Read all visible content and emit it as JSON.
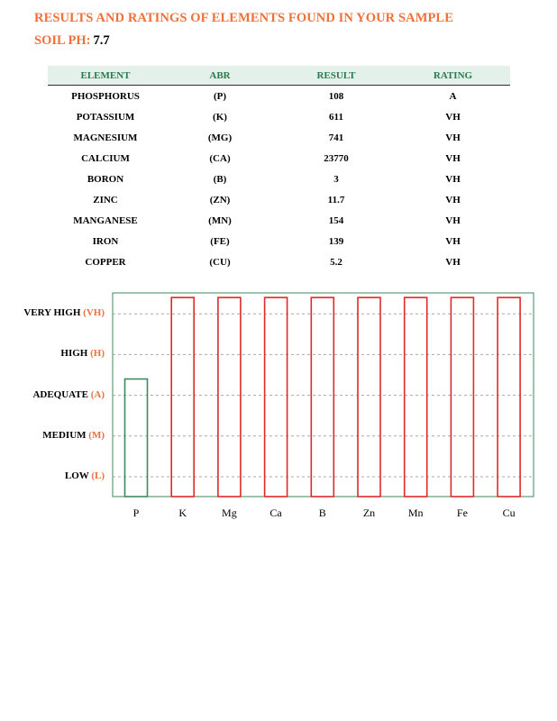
{
  "header": {
    "title": "RESULTS AND RATINGS OF ELEMENTS FOUND IN YOUR SAMPLE",
    "ph_label": "SOIL PH:",
    "ph_value": "7.7"
  },
  "table": {
    "columns": [
      "ELEMENT",
      "ABR",
      "RESULT",
      "RATING"
    ],
    "rows": [
      [
        "PHOSPHORUS",
        "(P)",
        "108",
        "A"
      ],
      [
        "POTASSIUM",
        "(K)",
        "611",
        "VH"
      ],
      [
        "MAGNESIUM",
        "(MG)",
        "741",
        "VH"
      ],
      [
        "CALCIUM",
        "(CA)",
        "23770",
        "VH"
      ],
      [
        "BORON",
        "(B)",
        "3",
        "VH"
      ],
      [
        "ZINC",
        "(ZN)",
        "11.7",
        "VH"
      ],
      [
        "MANGANESE",
        "(MN)",
        "154",
        "VH"
      ],
      [
        "IRON",
        "(FE)",
        "139",
        "VH"
      ],
      [
        "COPPER",
        "(CU)",
        "5.2",
        "VH"
      ]
    ]
  },
  "colors": {
    "title_orange": "#f0703a",
    "header_green": "#2a7a4e",
    "header_bg": "#e4f0ea",
    "bar_adequate": "#3d8a5e",
    "bar_very_high": "#e02a2a",
    "frame": "#3d8a5e"
  },
  "chart_data": {
    "type": "bar",
    "categories": [
      "P",
      "K",
      "Mg",
      "Ca",
      "B",
      "Zn",
      "Mn",
      "Fe",
      "Cu"
    ],
    "values": [
      2.4,
      4.4,
      4.4,
      4.4,
      4.4,
      4.4,
      4.4,
      4.4,
      4.4
    ],
    "ratings": [
      "A",
      "VH",
      "VH",
      "VH",
      "VH",
      "VH",
      "VH",
      "VH",
      "VH"
    ],
    "levels": [
      {
        "name": "LOW",
        "abbr": "(L)",
        "value": 0
      },
      {
        "name": "MEDIUM",
        "abbr": "(M)",
        "value": 1
      },
      {
        "name": "ADEQUATE",
        "abbr": "(A)",
        "value": 2
      },
      {
        "name": "HIGH",
        "abbr": "(H)",
        "value": 3
      },
      {
        "name": "VERY HIGH",
        "abbr": "(VH)",
        "value": 4
      }
    ],
    "ylim": [
      -0.5,
      4.6
    ],
    "grid": true,
    "xlabel": "",
    "ylabel": "",
    "title": ""
  }
}
